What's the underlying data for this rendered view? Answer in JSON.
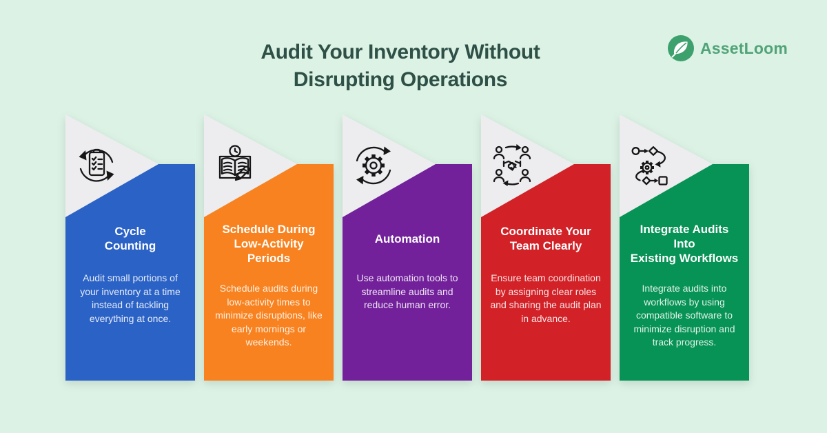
{
  "header": {
    "title": "Audit Your Inventory Without\nDisrupting Operations",
    "title_color": "#2e5047"
  },
  "logo": {
    "name": "AssetLoom",
    "icon": "leaf-icon",
    "circle_color": "#3da16e",
    "text_color": "#51a378"
  },
  "background_color": "#dcf2e5",
  "card_header_color": "#ededf0",
  "cards": [
    {
      "icon": "cycle-checklist-icon",
      "title": "Cycle\nCounting",
      "body": "Audit small portions of your inventory at a time instead of tackling everything at once.",
      "color": "#2b62c6"
    },
    {
      "icon": "book-clock-pencil-icon",
      "title": "Schedule During\nLow-Activity Periods",
      "body": "Schedule audits during low-activity times to minimize disruptions, like early mornings or weekends.",
      "color": "#f8821f"
    },
    {
      "icon": "gear-sync-icon",
      "title": "Automation",
      "body": "Use automation tools to streamline audits and reduce human error.",
      "color": "#72219b"
    },
    {
      "icon": "team-handshake-icon",
      "title": "Coordinate Your\nTeam Clearly",
      "body": "Ensure team coordination by assigning clear roles and sharing the audit plan in advance.",
      "color": "#d22127"
    },
    {
      "icon": "workflow-icon",
      "title": "Integrate Audits Into\nExisting Workflows",
      "body": "Integrate audits into workflows by using compatible software to minimize disruption and track progress.",
      "color": "#079355"
    }
  ]
}
